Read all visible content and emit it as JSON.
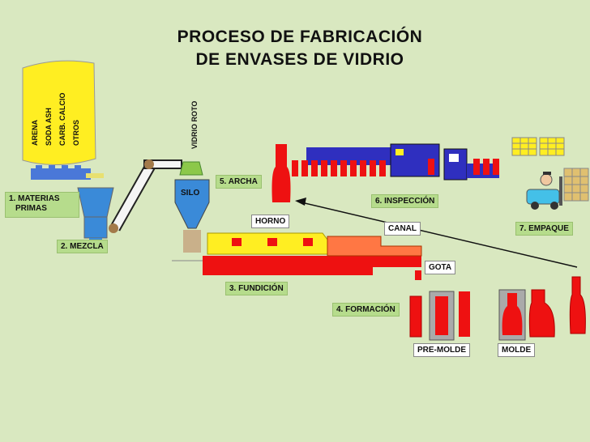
{
  "title": {
    "line1": "PROCESO DE FABRICACIÓN",
    "line2": "DE ENVASES DE VIDRIO"
  },
  "raw_materials": [
    "ARENA",
    "SODA ASH",
    "CARB. CALCIO",
    "OTROS"
  ],
  "vertical_labels": {
    "cullet": "VIDRIO ROTO"
  },
  "stages": {
    "materias_line1": "1. MATERIAS",
    "materias_line2": "PRIMAS",
    "mezcla": "2. MEZCLA",
    "fundicion": "3. FUNDICIÓN",
    "formacion": "4. FORMACIÓN",
    "archa": "5. ARCHA",
    "inspeccion": "6. INSPECCIÓN",
    "empaque": "7. EMPAQUE"
  },
  "parts": {
    "silo": "SILO",
    "horno": "HORNO",
    "canal": "CANAL",
    "gota": "GOTA",
    "premolde": "PRE-MOLDE",
    "molde": "MOLDE"
  },
  "colors": {
    "background": "#d9e8c0",
    "glass_red": "#e8201e",
    "furnace_yellow": "#ffee22",
    "conveyor_blue": "#2f2fbf",
    "label_green": "#b6dc8c"
  }
}
